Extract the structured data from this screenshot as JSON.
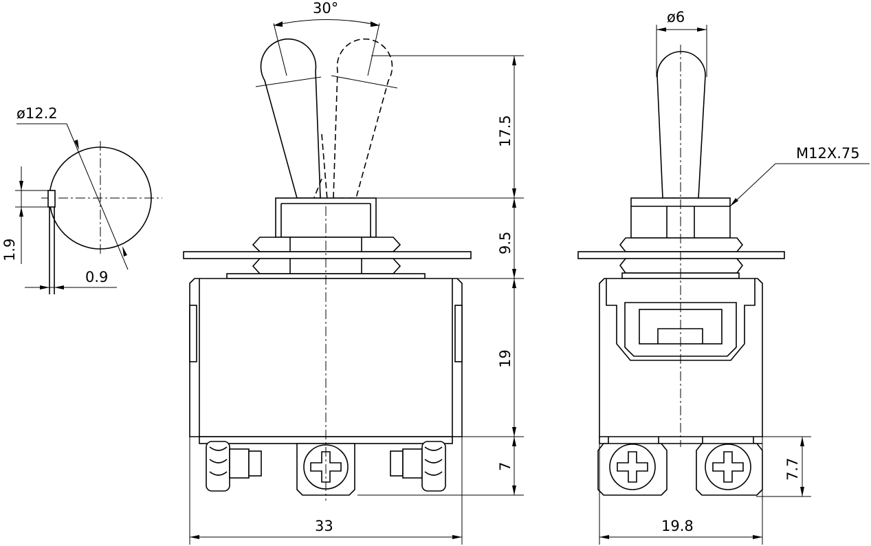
{
  "labels": {
    "angle": "30°",
    "diameter_circle": "ø12.2",
    "pin_height": "1.9",
    "pin_width": "0.9",
    "lever_height": "17.5",
    "bushing_height": "9.5",
    "body_height": "19",
    "terminal_height": "7",
    "body_width": "33",
    "lever_diameter": "ø6",
    "thread": "M12X.75",
    "side_terminal_height": "7.7",
    "side_body_width": "19.8"
  }
}
